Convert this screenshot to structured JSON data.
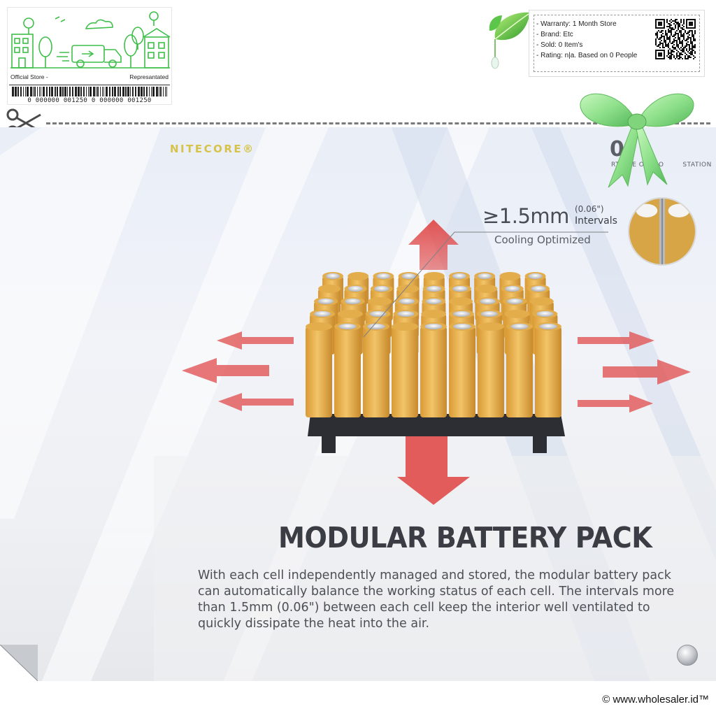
{
  "store_card": {
    "left_caption": "Official Store -",
    "right_caption": "Represantated",
    "barcode_text": "0 000000 001250 0 000000 001250"
  },
  "info_card": {
    "lines": [
      "- Warranty: 1 Month Store",
      "- Brand: Etc",
      "- Sold: 0 Item's",
      "- Rating: n|a. Based on 0 People"
    ]
  },
  "product": {
    "brand": "NITECORE®",
    "model_mark": "0",
    "model_sub": "RTABLE OUTDO",
    "model_sub2": "STATION",
    "interval_value": "≥1.5mm",
    "interval_inch": "(0.06\")",
    "interval_word": "Intervals",
    "interval_note": "Cooling Optimized",
    "heading": "MODULAR BATTERY PACK",
    "description": "With each cell independently managed and stored, the modular battery pack can automatically balance the working status of each cell. The intervals more than 1.5mm (0.06\") between each cell keep the interior well ventilated to quickly dissipate the heat into the air."
  },
  "footer": {
    "copyright": "© www.wholesaler.id™"
  },
  "colors": {
    "brand_gold": "#d7c34a",
    "battery": "#e8b24e",
    "arrow": "#e04b4b",
    "bow_green": "#8ee08a",
    "heading": "#3a3d44"
  },
  "icons": [
    "scissors-icon",
    "leaf-icon",
    "qr-code-icon",
    "bow-icon",
    "page-curl-icon",
    "knob-icon"
  ]
}
